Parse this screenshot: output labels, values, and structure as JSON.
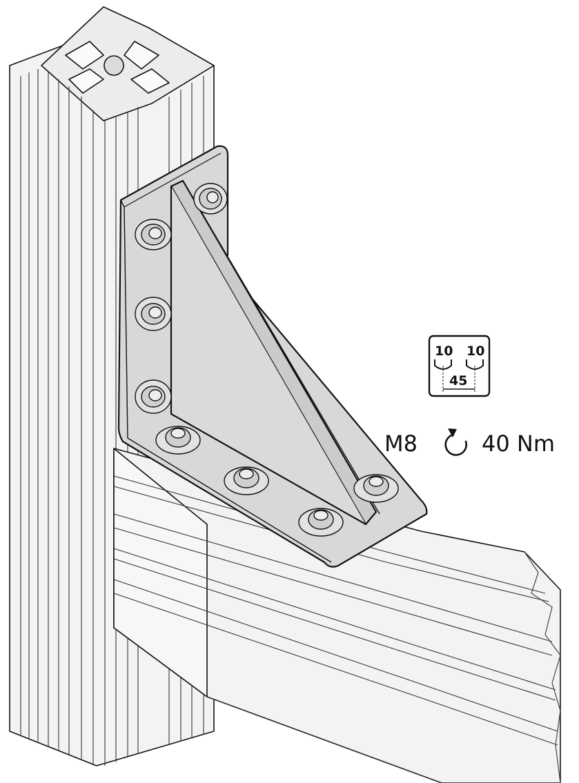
{
  "slot_badge": {
    "left_slot": "10",
    "right_slot": "10",
    "profile_size": "45"
  },
  "fastener_spec": {
    "thread": "M8",
    "torque_value": "40 Nm",
    "icon": "tighten-clockwise-arrow-icon"
  },
  "colors": {
    "outline": "#111111",
    "profile_fill": "#f2f2f2",
    "bracket_fill": "#d8d8d8",
    "gusset_fill": "#d2d2d2",
    "screw_fill": "#cfcfcf"
  }
}
